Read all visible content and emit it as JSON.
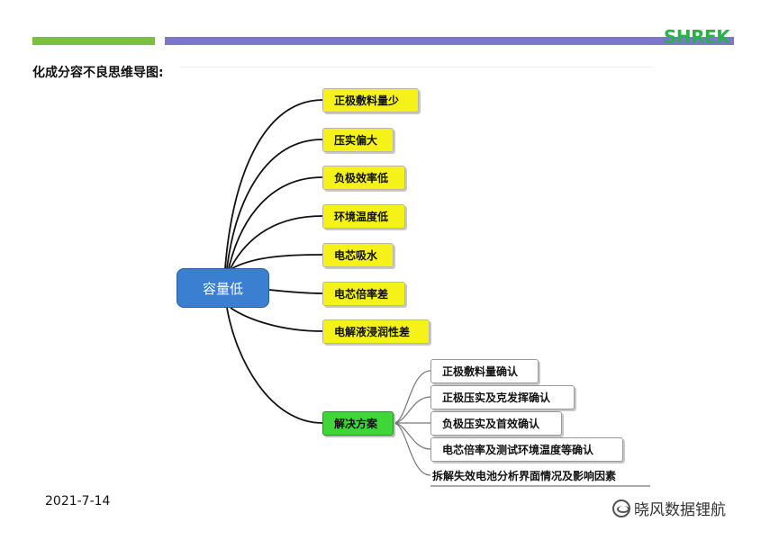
{
  "header": {
    "logo": "SHREK"
  },
  "title": "化成分容不良思维导图:",
  "mindmap": {
    "root": "容量低",
    "causes": [
      "正极敷料量少",
      "压实偏大",
      "负极效率低",
      "环境温度低",
      "电芯吸水",
      "电芯倍率差",
      "电解液浸润性差"
    ],
    "solution": {
      "label": "解决方案",
      "items": [
        "正极敷料量确认",
        "正极压实及克发挥确认",
        "负极压实及首效确认",
        "电芯倍率及测试环境温度等确认",
        "拆解失效电池分析界面情况及影响因素"
      ]
    }
  },
  "footer": {
    "date": "2021-7-14",
    "watermark": "晓风数据锂航"
  },
  "colors": {
    "root": "#3b7fd0",
    "cause": "#f5f21a",
    "solution": "#3fd63a",
    "accent_green": "#7cc043",
    "accent_purple": "#7b78cc"
  }
}
